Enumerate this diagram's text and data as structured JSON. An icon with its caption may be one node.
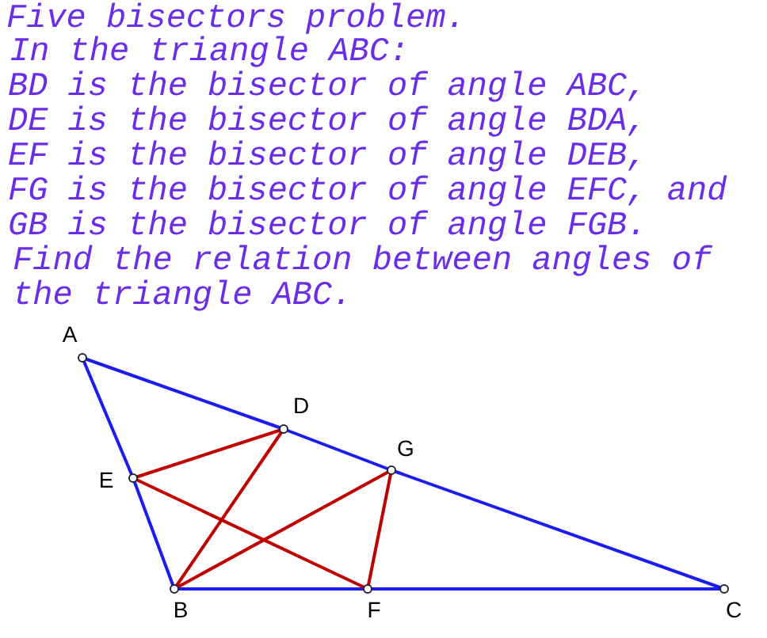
{
  "diagram": {
    "title": "Five bisectors problem.",
    "nodes": [
      {
        "text": [
          "A"
        ]
      },
      {
        "text": [
          "B"
        ]
      },
      {
        "text": [
          "C"
        ]
      },
      {
        "text": [
          "D"
        ]
      },
      {
        "text": [
          "E"
        ]
      },
      {
        "text": [
          "F"
        ]
      },
      {
        "text": [
          "G"
        ]
      }
    ],
    "edges": [
      {
        "from": 0,
        "to": 4,
        "arrow": "none"
      },
      {
        "from": 4,
        "to": 1,
        "arrow": "none"
      },
      {
        "from": 1,
        "to": 5,
        "arrow": "none"
      },
      {
        "from": 5,
        "to": 2,
        "arrow": "none"
      },
      {
        "from": 0,
        "to": 3,
        "arrow": "none"
      },
      {
        "from": 3,
        "to": 6,
        "arrow": "none"
      },
      {
        "from": 6,
        "to": 2,
        "arrow": "none"
      },
      {
        "from": 1,
        "to": 3,
        "arrow": "none",
        "color": "#c00000"
      },
      {
        "from": 3,
        "to": 4,
        "arrow": "none",
        "color": "#c00000"
      },
      {
        "from": 4,
        "to": 5,
        "arrow": "none",
        "color": "#c00000"
      },
      {
        "from": 5,
        "to": 6,
        "arrow": "none",
        "color": "#c00000"
      },
      {
        "from": 6,
        "to": 1,
        "arrow": "none",
        "color": "#c00000"
      }
    ],
    "labels": [
      "In the triangle ABC:",
      "BD is the bisector of angle ABC,",
      "DE is the bisector of angle BDA,",
      "EF is the bisector of angle DEB,",
      "FG is the bisector of angle EFC, and",
      "GB is the bisector of angle FGB.",
      "Find the relation between angles of the triangle ABC."
    ]
  }
}
